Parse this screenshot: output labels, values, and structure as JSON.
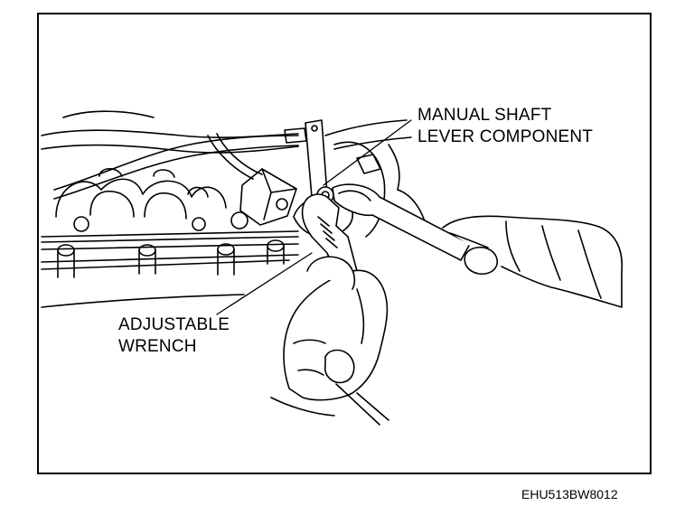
{
  "diagram": {
    "callouts": {
      "manual_shaft": [
        "MANUAL SHAFT",
        "LEVER COMPONENT"
      ],
      "adjustable_wrench": [
        "ADJUSTABLE",
        "WRENCH"
      ]
    },
    "figure_id": "EHU513BW8012"
  }
}
